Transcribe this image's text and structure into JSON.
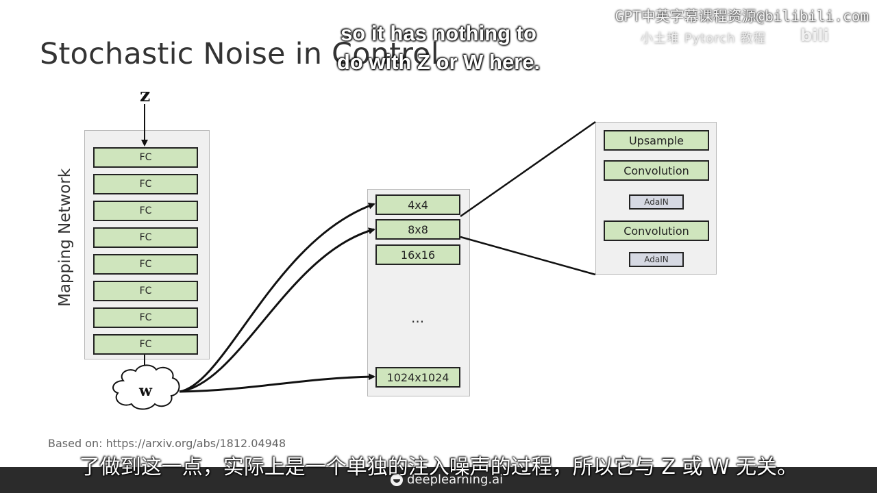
{
  "slide": {
    "title": "Stochastic Noise in Control",
    "source_note": "Based on: https://arxiv.org/abs/1812.04948"
  },
  "mapping_network": {
    "label": "Mapping Network",
    "input_label": "z",
    "output_label": "w",
    "layers": [
      "FC",
      "FC",
      "FC",
      "FC",
      "FC",
      "FC",
      "FC",
      "FC"
    ]
  },
  "synthesis_network": {
    "resolutions": [
      "4x4",
      "8x8",
      "16x16"
    ],
    "ellipsis": "...",
    "final_resolution": "1024x1024"
  },
  "block_detail": {
    "upsample": "Upsample",
    "conv1": "Convolution",
    "adain1": "AdaIN",
    "conv2": "Convolution",
    "adain2": "AdaIN"
  },
  "subtitles": {
    "english": [
      "so it has nothing to",
      "do with Z or W here."
    ],
    "chinese": "了做到这一点，实际上是一个单独的注入噪声的过程，所以它与 Z 或 W 无关。"
  },
  "watermark": {
    "top": "GPT中英字幕课程资源@bilibili.com"
  },
  "footer": {
    "brand": "deeplearning.ai"
  },
  "colors": {
    "layer_fill": "#cfe5bd",
    "adain_fill": "#d6d9e3",
    "panel_fill": "#f0f0f0",
    "footer_bg": "#2b2b2b"
  }
}
